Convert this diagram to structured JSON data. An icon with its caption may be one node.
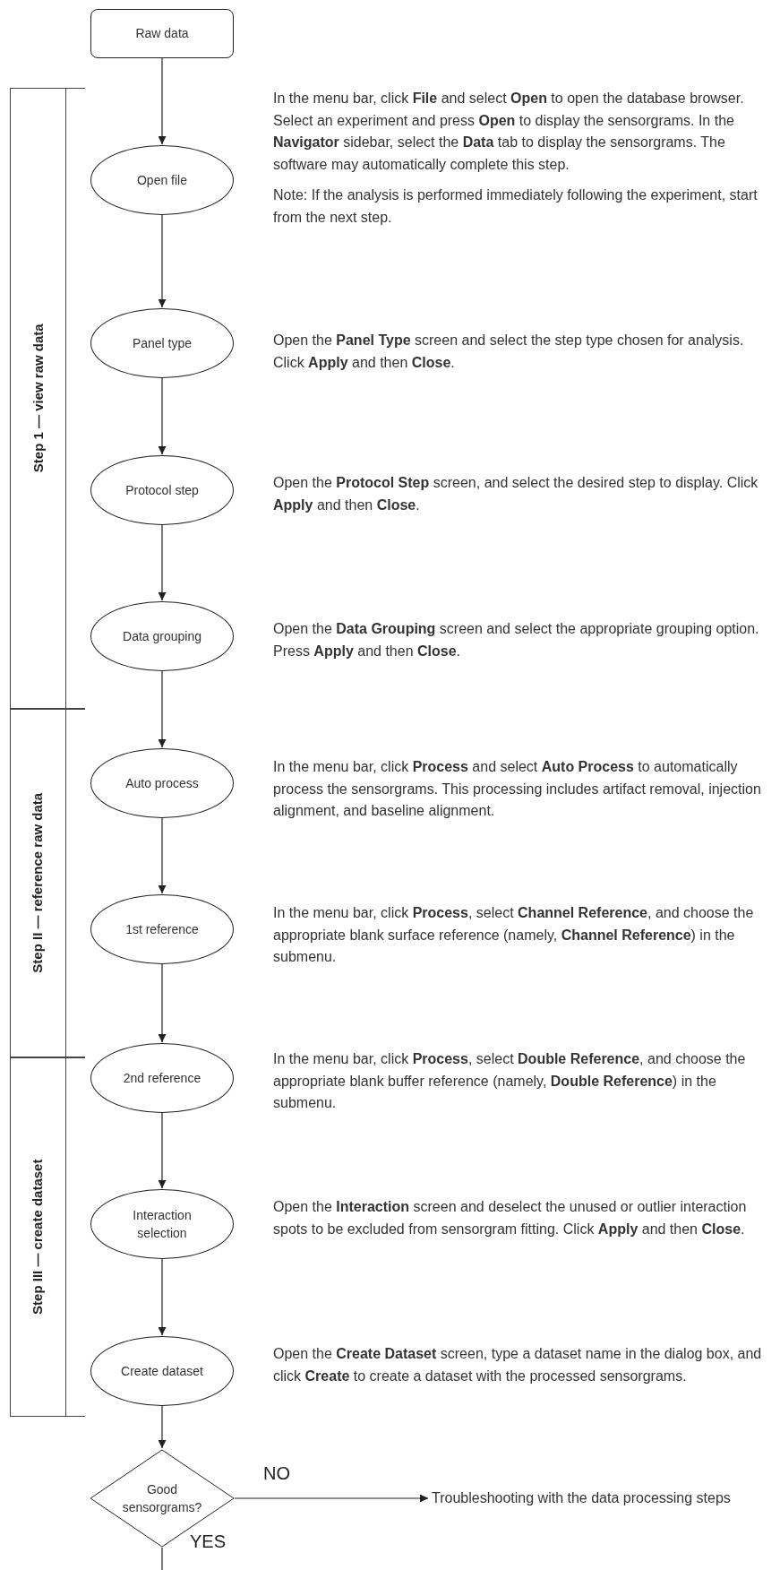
{
  "diagram": {
    "nodes": [
      {
        "text": [
          "Raw data"
        ]
      },
      {
        "text": [
          "Step 1 — view raw data"
        ]
      },
      {
        "text": [
          "Open file"
        ],
        "beside": [
          "In the menu bar, click **File** and select **Open** to open the database browser. Select an experiment and press **Open** to display the sensorgrams. In the **Navigator** sidebar, select the **Data** tab to display the sensorgrams. The software may automatically complete this step.",
          "Note: If the analysis is performed immediately following the experiment, start from the next step."
        ]
      },
      {
        "text": [
          "Panel type"
        ],
        "beside": [
          "Open the **Panel Type** screen and select the step type chosen for analysis. Click **Apply** and then **Close**."
        ]
      },
      {
        "text": [
          "Protocol step"
        ],
        "beside": [
          "Open the **Protocol Step** screen, and select the desired step to display. Click **Apply** and then **Close**."
        ]
      },
      {
        "text": [
          "Data grouping"
        ],
        "beside": [
          "Open the **Data Grouping** screen and select the appropriate grouping option. Press **Apply** and then **Close**."
        ]
      },
      {
        "text": [
          "Step II — reference raw data"
        ]
      },
      {
        "text": [
          "Auto process"
        ],
        "beside": [
          "In the menu bar, click **Process** and select **Auto Process** to automatically process the sensorgrams. This processing includes artifact removal, injection alignment, and baseline alignment."
        ]
      },
      {
        "text": [
          "1st reference"
        ],
        "beside": [
          "In the menu bar, click **Process**, select **Channel Reference**, and choose the appropriate blank surface reference (namely, **Channel Reference**) in the submenu."
        ]
      },
      {
        "text": [
          "2nd reference"
        ],
        "beside": [
          "In the menu bar, click **Process**, select **Double Reference**, and choose the appropriate blank buffer reference (namely, **Double Reference**) in the submenu."
        ]
      },
      {
        "text": [
          "Step III — create dataset"
        ]
      },
      {
        "text": [
          "Interaction selection"
        ],
        "beside": [
          "Open the **Interaction** screen and deselect the unused or outlier interaction spots to be excluded from sensorgram fitting. Click **Apply** and then **Close**."
        ]
      },
      {
        "text": [
          "Create dataset"
        ],
        "beside": [
          "Open the **Create Dataset** screen, type a dataset name in the dialog box, and click **Create** to create a dataset with the processed sensorgrams."
        ]
      },
      {
        "text": [
          "Good sensorgrams?"
        ]
      },
      {
        "text": [
          "Troubleshooting with the data processing steps"
        ]
      }
    ],
    "edges": [
      {
        "from": 0,
        "to": 2,
        "arrow": "to"
      },
      {
        "from": 2,
        "to": 3,
        "arrow": "to"
      },
      {
        "from": 3,
        "to": 4,
        "arrow": "to"
      },
      {
        "from": 4,
        "to": 5,
        "arrow": "to"
      },
      {
        "from": 5,
        "to": 7,
        "arrow": "to"
      },
      {
        "from": 7,
        "to": 8,
        "arrow": "to"
      },
      {
        "from": 8,
        "to": 9,
        "arrow": "to"
      },
      {
        "from": 9,
        "to": 11,
        "arrow": "to"
      },
      {
        "from": 11,
        "to": 12,
        "arrow": "to"
      },
      {
        "from": 12,
        "to": 13,
        "arrow": "to"
      },
      {
        "from": 13,
        "to": 14,
        "arrow": "to",
        "label": "NO"
      },
      {
        "from": 13,
        "to": null,
        "arrow": "none",
        "label": "YES"
      }
    ]
  }
}
